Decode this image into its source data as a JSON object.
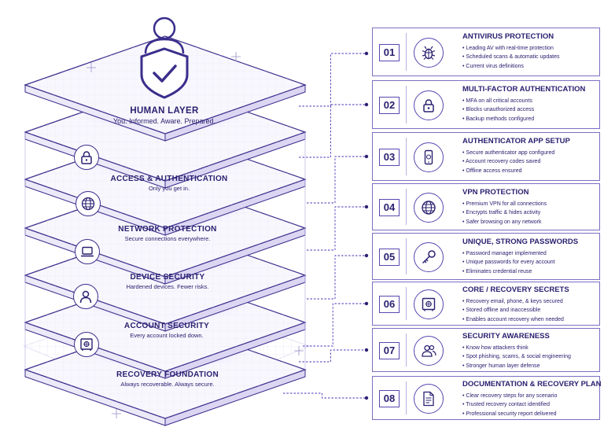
{
  "human_layer": {
    "title": "HUMAN LAYER",
    "subtitle": "You. Informed. Aware. Prepared."
  },
  "layers": [
    {
      "title": "ACCESS & AUTHENTICATION",
      "subtitle": "Only you get in.",
      "icon": "lock-icon"
    },
    {
      "title": "NETWORK PROTECTION",
      "subtitle": "Secure connections everywhere.",
      "icon": "globe-icon"
    },
    {
      "title": "DEVICE SECURITY",
      "subtitle": "Hardened devices. Fewer risks.",
      "icon": "laptop-icon"
    },
    {
      "title": "ACCOUNT SECURITY",
      "subtitle": "Every account locked down.",
      "icon": "user-icon"
    },
    {
      "title": "RECOVERY FOUNDATION",
      "subtitle": "Always recoverable. Always secure.",
      "icon": "safe-icon"
    }
  ],
  "cards": [
    {
      "num": "01",
      "title": "ANTIVIRUS PROTECTION",
      "icon": "bug-icon",
      "bullets": [
        "Leading AV with real-time protection",
        "Scheduled scans & automatic updates",
        "Current virus definitions"
      ]
    },
    {
      "num": "02",
      "title": "MULTI-FACTOR AUTHENTICATION",
      "icon": "lock-icon",
      "bullets": [
        "MFA on all critical accounts",
        "Blocks unauthorized access",
        "Backup methods configured"
      ]
    },
    {
      "num": "03",
      "title": "AUTHENTICATOR APP SETUP",
      "icon": "phone-icon",
      "bullets": [
        "Secure authenticator app configured",
        "Account recovery codes saved",
        "Offline access ensured"
      ]
    },
    {
      "num": "04",
      "title": "VPN PROTECTION",
      "icon": "globe-icon",
      "bullets": [
        "Premium VPN for all connections",
        "Encrypts traffic & hides activity",
        "Safer browsing on any network"
      ]
    },
    {
      "num": "05",
      "title": "UNIQUE, STRONG PASSWORDS",
      "icon": "key-icon",
      "bullets": [
        "Password manager implemented",
        "Unique passwords for every account",
        "Eliminates credential reuse"
      ]
    },
    {
      "num": "06",
      "title": "CORE / RECOVERY SECRETS",
      "icon": "safe-icon",
      "bullets": [
        "Recovery email, phone, & keys secured",
        "Stored offline and inaccessible",
        "Enables account recovery when needed"
      ]
    },
    {
      "num": "07",
      "title": "SECURITY AWARENESS",
      "icon": "people-icon",
      "bullets": [
        "Know how attackers think",
        "Spot phishing, scams, & social engineering",
        "Stronger human layer defense"
      ]
    },
    {
      "num": "08",
      "title": "DOCUMENTATION & RECOVERY PLAN",
      "icon": "document-icon",
      "bullets": [
        "Clear recovery steps for any scenario",
        "Trusted recovery contact identified",
        "Professional security report delivered"
      ]
    }
  ],
  "colors": {
    "primary": "#2a2170",
    "accent": "#4a33b8",
    "glow": "#8a6cf0",
    "border": "#7b6fc2"
  }
}
